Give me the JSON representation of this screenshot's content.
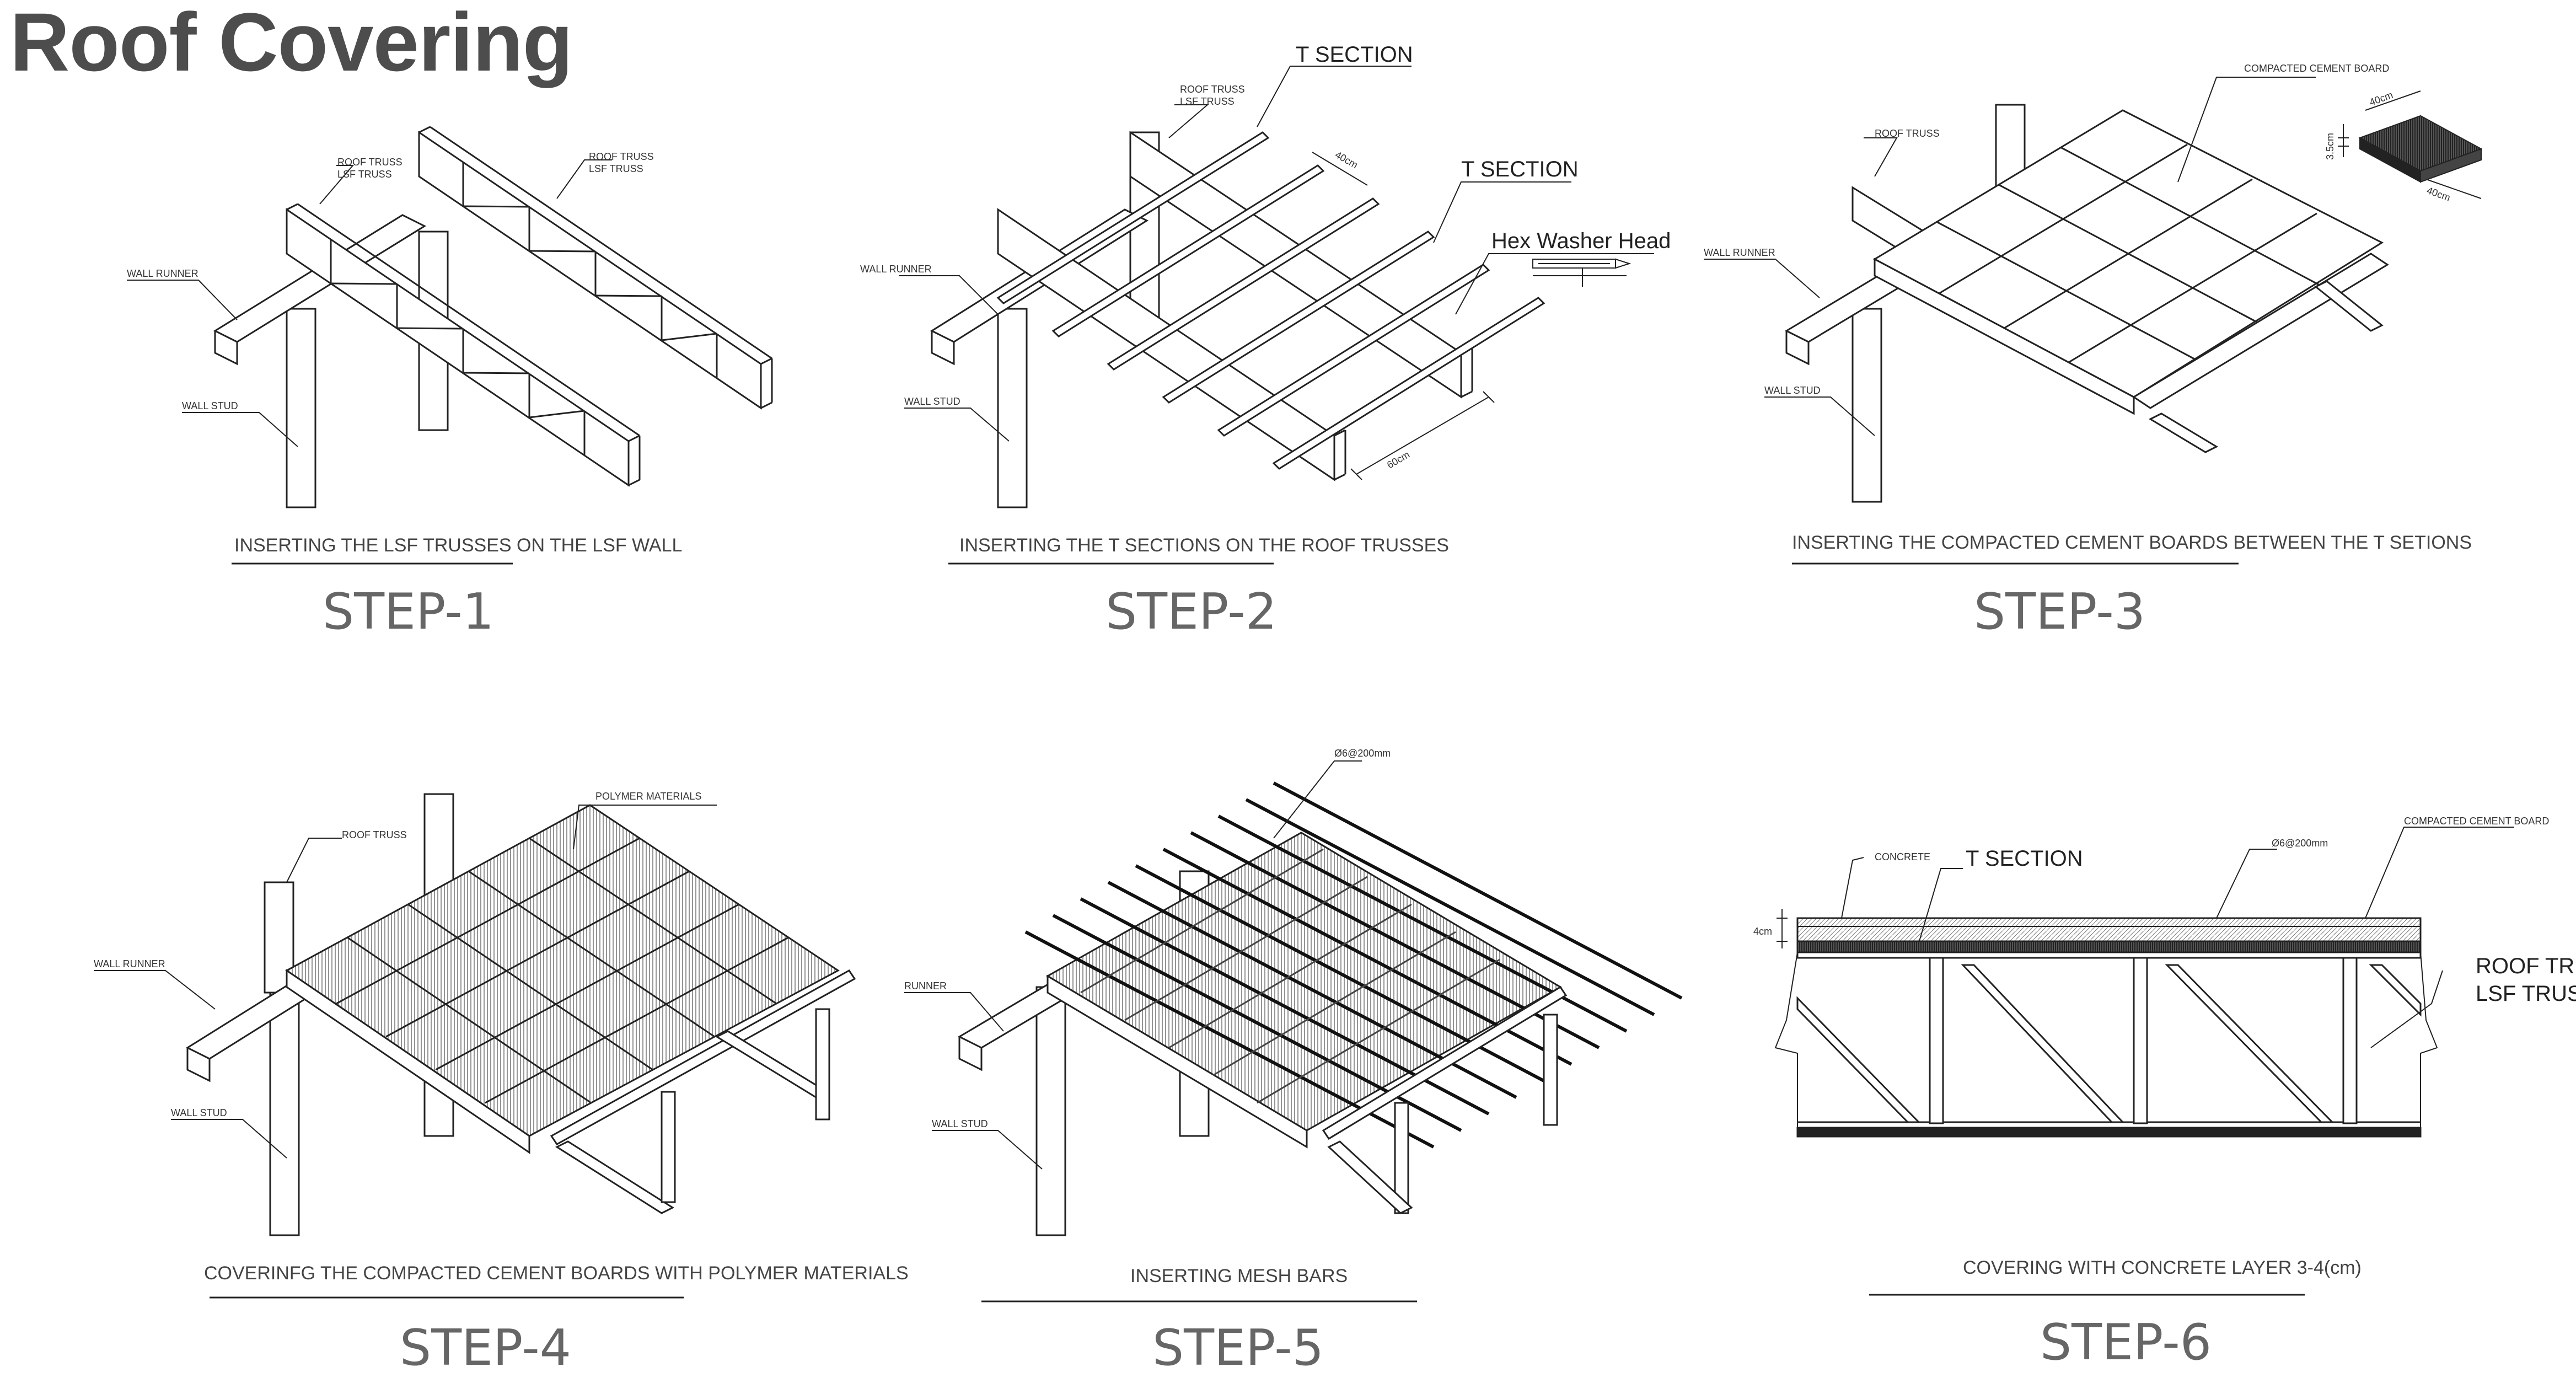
{
  "title": "Roof Covering",
  "steps": [
    {
      "step_label": "STEP-1",
      "caption": "INSERTING THE LSF TRUSSES ON THE LSF WALL",
      "labels": {
        "wall_runner": "WALL RUNNER",
        "wall_stud": "WALL STUD",
        "roof_truss_a": "ROOF TRUSS",
        "lsf_truss_a": "LSF TRUSS",
        "roof_truss_b": "ROOF TRUSS",
        "lsf_truss_b": "LSF TRUSS"
      }
    },
    {
      "step_label": "STEP-2",
      "caption": "INSERTING THE T SECTIONS ON THE ROOF TRUSSES",
      "labels": {
        "t_section_top": "T SECTION",
        "t_section_mid": "T SECTION",
        "hex_washer": "Hex Washer Head",
        "dim_40": "40cm",
        "dim_60": "60cm",
        "roof_truss": "ROOF TRUSS",
        "lsf_truss": "LSF TRUSS",
        "wall_runner": "WALL RUNNER",
        "wall_stud": "WALL STUD"
      }
    },
    {
      "step_label": "STEP-3",
      "caption": "INSERTING THE COMPACTED CEMENT BOARDS BETWEEN THE T SETIONS",
      "labels": {
        "board": "COMPACTED CEMENT BOARD",
        "dim_w": "40cm",
        "dim_d": "40cm",
        "dim_h": "3.5cm",
        "roof_truss": "ROOF TRUSS",
        "wall_runner": "WALL RUNNER",
        "wall_stud": "WALL STUD"
      }
    },
    {
      "step_label": "STEP-4",
      "caption": "COVERINFG THE COMPACTED CEMENT BOARDS WITH POLYMER MATERIALS",
      "labels": {
        "polymer": "POLYMER MATERIALS",
        "roof_truss": "ROOF TRUSS",
        "wall_runner": "WALL RUNNER",
        "wall_stud": "WALL STUD"
      }
    },
    {
      "step_label": "STEP-5",
      "caption": "INSERTING MESH BARS",
      "labels": {
        "mesh": "Ø6@200mm",
        "runner": "RUNNER",
        "wall_stud": "WALL STUD"
      }
    },
    {
      "step_label": "STEP-6",
      "caption": "COVERING WITH CONCRETE LAYER 3-4(cm)",
      "labels": {
        "concrete": "CONCRETE",
        "t_section": "T SECTION",
        "mesh": "Ø6@200mm",
        "board": "COMPACTED CEMENT BOARD",
        "roof_truss": "ROOF TRUSS",
        "lsf_truss": "LSF TRUSS",
        "dim_4": "4cm"
      }
    }
  ]
}
